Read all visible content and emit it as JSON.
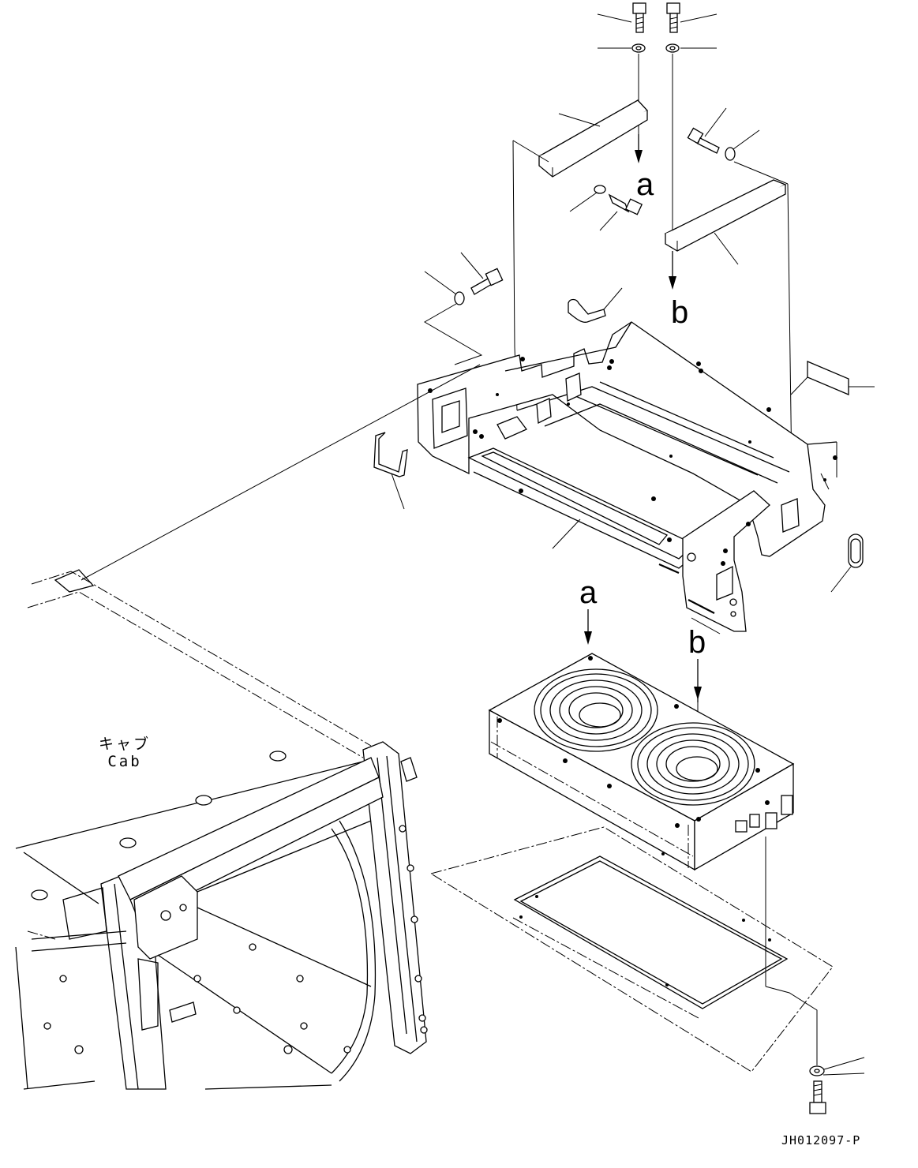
{
  "labels": {
    "callout_a_upper": "a",
    "callout_b_upper": "b",
    "callout_a_lower": "a",
    "callout_b_lower": "b",
    "cab_jp": "キャブ",
    "cab_en": "Cab",
    "drawing_code": "JH012097-P"
  },
  "icons": [
    "bolt-icon",
    "washer-icon",
    "bracket-icon",
    "fan-unit-icon",
    "frame-icon",
    "cab-structure-icon"
  ]
}
